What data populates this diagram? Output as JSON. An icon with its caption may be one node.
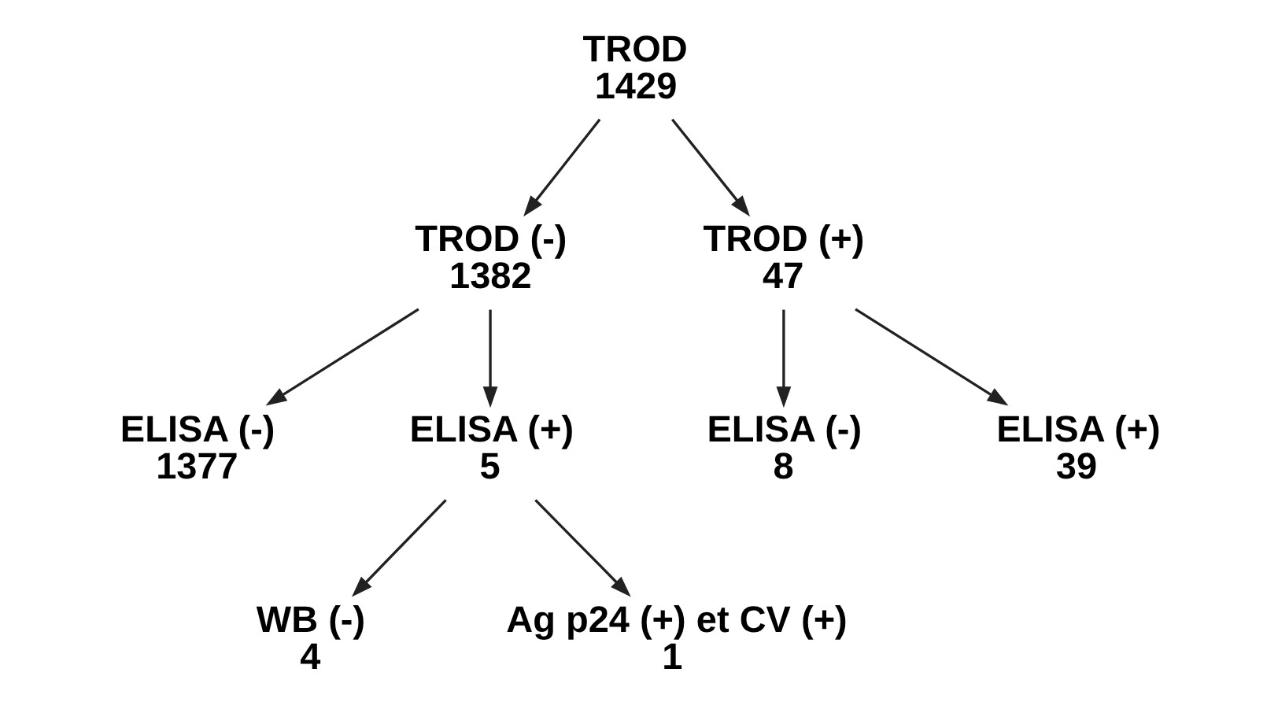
{
  "diagram": {
    "nodes": [
      {
        "text": [
          "TROD",
          "1429"
        ]
      },
      {
        "text": [
          "TROD (-)",
          "1382"
        ]
      },
      {
        "text": [
          "TROD (+)",
          "47"
        ]
      },
      {
        "text": [
          "ELISA (-)",
          "1377"
        ]
      },
      {
        "text": [
          "ELISA (+)",
          "5"
        ]
      },
      {
        "text": [
          "ELISA (-)",
          "8"
        ]
      },
      {
        "text": [
          "ELISA (+)",
          "39"
        ]
      },
      {
        "text": [
          "WB (-)",
          "4"
        ]
      },
      {
        "text": [
          "Ag p24 (+) et CV (+)",
          "1"
        ]
      }
    ],
    "edges": [
      {
        "from": 0,
        "to": 1,
        "arrow": "to"
      },
      {
        "from": 0,
        "to": 2,
        "arrow": "to"
      },
      {
        "from": 1,
        "to": 3,
        "arrow": "to"
      },
      {
        "from": 1,
        "to": 4,
        "arrow": "to"
      },
      {
        "from": 2,
        "to": 5,
        "arrow": "to"
      },
      {
        "from": 2,
        "to": 6,
        "arrow": "to"
      },
      {
        "from": 4,
        "to": 7,
        "arrow": "to"
      },
      {
        "from": 4,
        "to": 8,
        "arrow": "to"
      }
    ]
  }
}
